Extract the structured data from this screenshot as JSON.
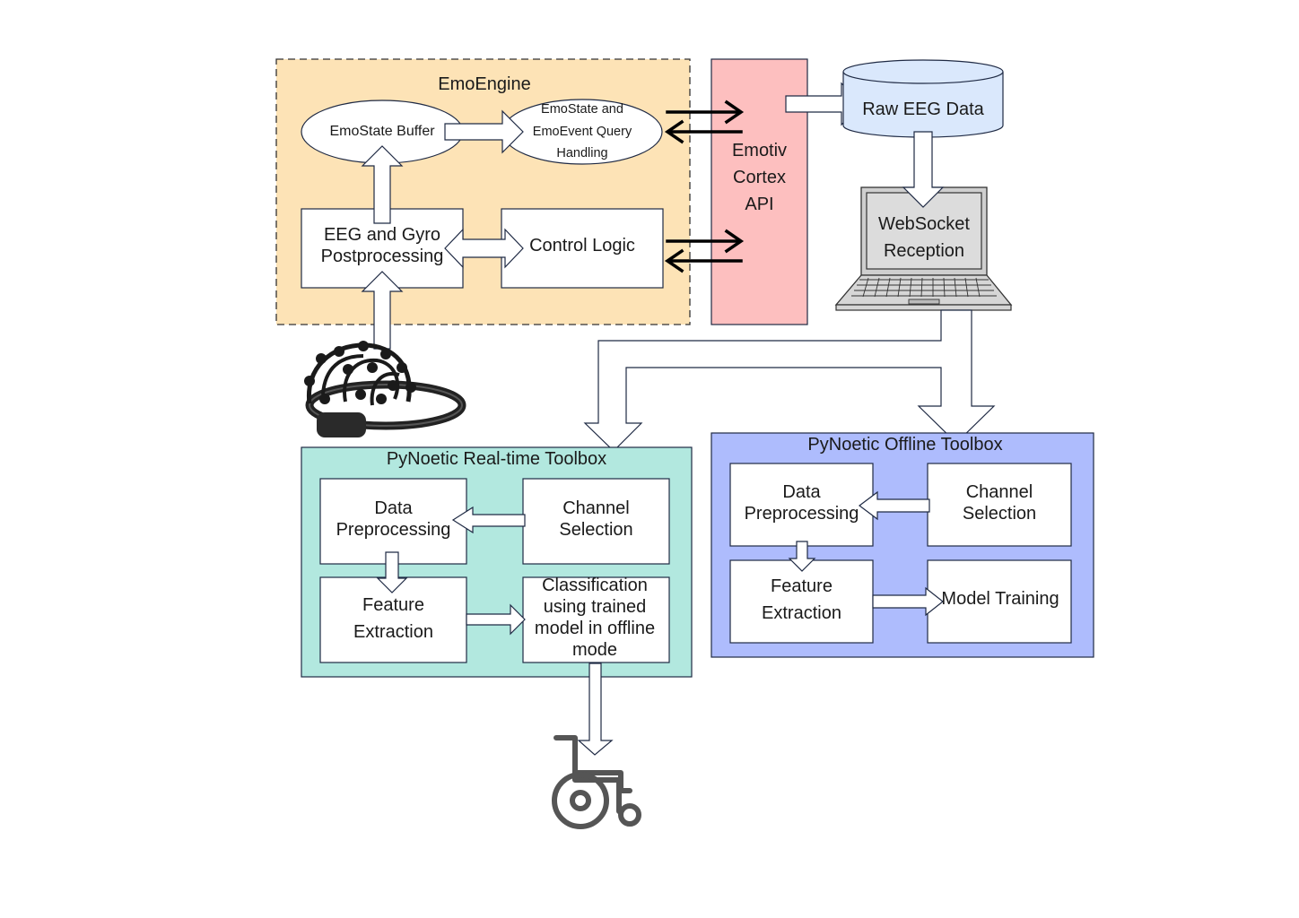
{
  "emoengine": {
    "title": "EmoEngine",
    "emostate_buffer": "EmoState Buffer",
    "query_handling": "EmoState and\nEmoEvent Query\nHandling",
    "postprocessing": "EEG and Gyro\nPostprocessing",
    "control_logic": "Control Logic"
  },
  "cortex_api": "Emotiv\nCortex\nAPI",
  "raw_eeg": "Raw EEG Data",
  "websocket": "WebSocket\nReception",
  "realtime": {
    "title": "PyNoetic Real-time Toolbox",
    "data_preprocessing": "Data\nPreprocessing",
    "channel_selection": "Channel\nSelection",
    "feature_extraction": "Feature\nExtraction",
    "classification": "Classification\nusing trained\nmodel in offline\nmode"
  },
  "offline": {
    "title": "PyNoetic Offline Toolbox",
    "data_preprocessing": "Data\nPreprocessing",
    "channel_selection": "Channel\nSelection",
    "feature_extraction": "Feature\nExtraction",
    "model_training": "Model Training"
  },
  "colors": {
    "emoengine_fill": "#fde3b6",
    "api_fill": "#fdbfbf",
    "db_fill": "#dae8fc",
    "realtime_fill": "#b2e8df",
    "offline_fill": "#aebcfd",
    "stroke": "#1f2a44"
  }
}
